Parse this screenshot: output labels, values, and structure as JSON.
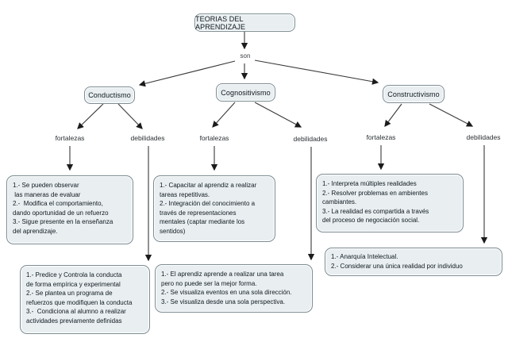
{
  "diagram": {
    "title_node": "TEORIAS DEL APRENDIZAJE",
    "connector_label": "son",
    "theories": [
      {
        "label": "Conductismo",
        "fortalezas_label": "fortalezas",
        "debilidades_label": "debilidades",
        "fortalezas_text": "1.- Se pueden observar\n las maneras de evaluar\n2.-  Modifica el comportamiento,\ndando oportunidad de un refuerzo\n3.- Sigue presente en la enseñanza\ndel aprendizaje.",
        "debilidades_text": "1.- Predice y Controla la conducta\nde forma empírica y experimental\n2.- Se plantea un programa de\nrefuerzos que modifiquen la conducta\n3.-  Condiciona al alumno a realizar\nactividades previamente definidas"
      },
      {
        "label": "Cognositivismo",
        "fortalezas_label": "fortalezas",
        "debilidades_label": "debilidades",
        "fortalezas_text": "1.- Capacitar al aprendiz a realizar\ntareas repetitivas.\n2.- Integración del conocimiento a\ntravés de representaciones\nmentales (captar mediante los\nsentidos)",
        "debilidades_text": "1.- El aprendiz aprende a realizar una tarea\npero no puede ser la mejor forma.\n2.- Se visualiza eventos en una sola dirección.\n3.- Se visualiza desde una sola perspectiva."
      },
      {
        "label": "Constructivismo",
        "fortalezas_label": "fortalezas",
        "debilidades_label": "debilidades",
        "fortalezas_text": "1.- Interpreta múltiples realidades\n2.- Resolver problemas en ambientes\ncambiantes.\n3.- La realidad es compartida a través\ndel proceso de negociación social.",
        "debilidades_text": "1.- Anarquía Intelectual.\n2.- Considerar una única realidad por individuo"
      }
    ],
    "colors": {
      "node_fill": "#e9eff1",
      "node_border": "#7d8c92",
      "arrow": "#333333",
      "text": "#101820",
      "background": "#ffffff"
    }
  }
}
